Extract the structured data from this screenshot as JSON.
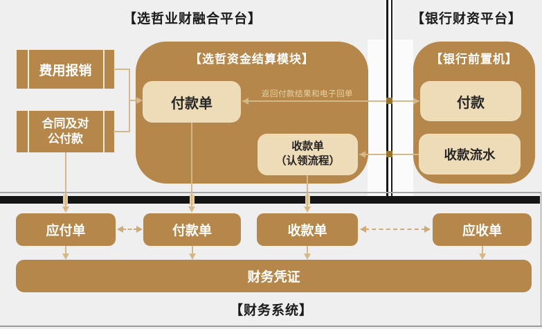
{
  "titles": {
    "business_platform": "【选哲业财融合平台】",
    "bank_platform": "【银行财资平台】",
    "finance_system": "【财务系统】"
  },
  "source_boxes": {
    "expense": "费用报销",
    "contract": "合同及对公付款"
  },
  "settlement_module": {
    "title": "【选哲资金结算模块】",
    "payment": "付款单",
    "receipt_line1": "收款单",
    "receipt_line2": "（认领流程）"
  },
  "bank_module": {
    "title": "【银行前置机】",
    "payment": "付款",
    "receipt_flow": "收款流水"
  },
  "connector_labels": {
    "return_result": "返回付款结果和电子回单"
  },
  "finance_row": [
    "应付单",
    "付款单",
    "收款单",
    "应收单"
  ],
  "voucher": "财务凭证",
  "colors": {
    "module_gold": "#b5874a",
    "light_tan": "#eedcb8",
    "connector": "#d5b88a",
    "background": "#efefef",
    "separator_black": "#161616",
    "label_gold": "#e8d2a2"
  }
}
